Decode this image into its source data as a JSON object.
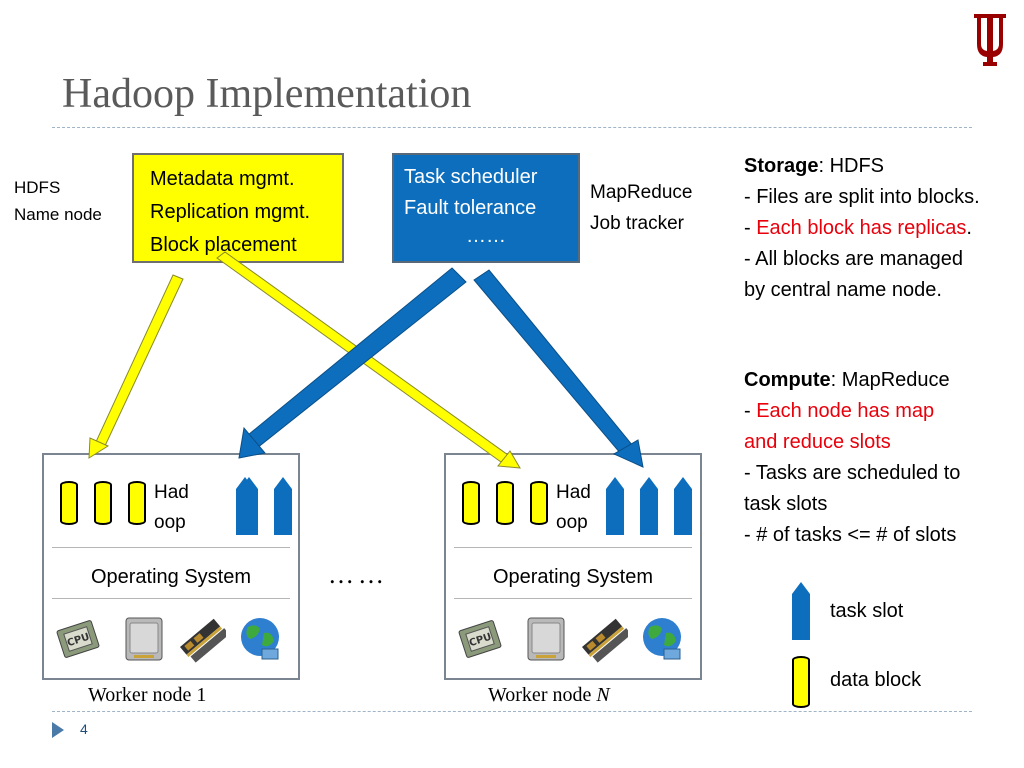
{
  "slide": {
    "title": "Hadoop Implementation",
    "page_number": "4"
  },
  "name_node": {
    "label_line1": "HDFS",
    "label_line2": "Name node",
    "box_lines": [
      "Metadata mgmt.",
      "Replication mgmt.",
      "Block placement"
    ]
  },
  "job_tracker": {
    "label_line1": "MapReduce",
    "label_line2": "Job tracker",
    "box_lines": [
      "Task scheduler",
      "Fault tolerance",
      "……"
    ]
  },
  "worker_nodes": [
    {
      "had": "Had",
      "oop": "oop",
      "os": "Operating System",
      "caption": "Worker node 1",
      "caption_italic": ""
    },
    {
      "had": "Had",
      "oop": "oop",
      "os": "Operating System",
      "caption": "Worker node ",
      "caption_italic": "N"
    }
  ],
  "between_dots": "……",
  "storage": {
    "heading": "Storage",
    "heading_rest": ":  HDFS",
    "line1": "- Files are split into blocks.",
    "line2_prefix": "- ",
    "line2_red": "Each block has replicas",
    "line2_suffix": ".",
    "line3": "- All blocks are managed",
    "line4": "by central name node."
  },
  "compute": {
    "heading": "Compute",
    "heading_rest": ":  MapReduce",
    "line1_prefix": "- ",
    "line1_red": "Each node has map",
    "line2_red": "and reduce slots",
    "line3": "- Tasks are scheduled to",
    "line4": "task slots",
    "line5": "- # of tasks <= # of slots"
  },
  "legend": {
    "task_slot": "task slot",
    "data_block": "data block"
  },
  "colors": {
    "yellow": "#ffff00",
    "blue": "#0d6ebd",
    "red": "#e8000b",
    "crimson_logo": "#990000"
  },
  "icons": [
    "cpu-icon",
    "hard-drive-icon",
    "memory-stick-icon",
    "network-globe-icon",
    "iu-trident-logo"
  ]
}
